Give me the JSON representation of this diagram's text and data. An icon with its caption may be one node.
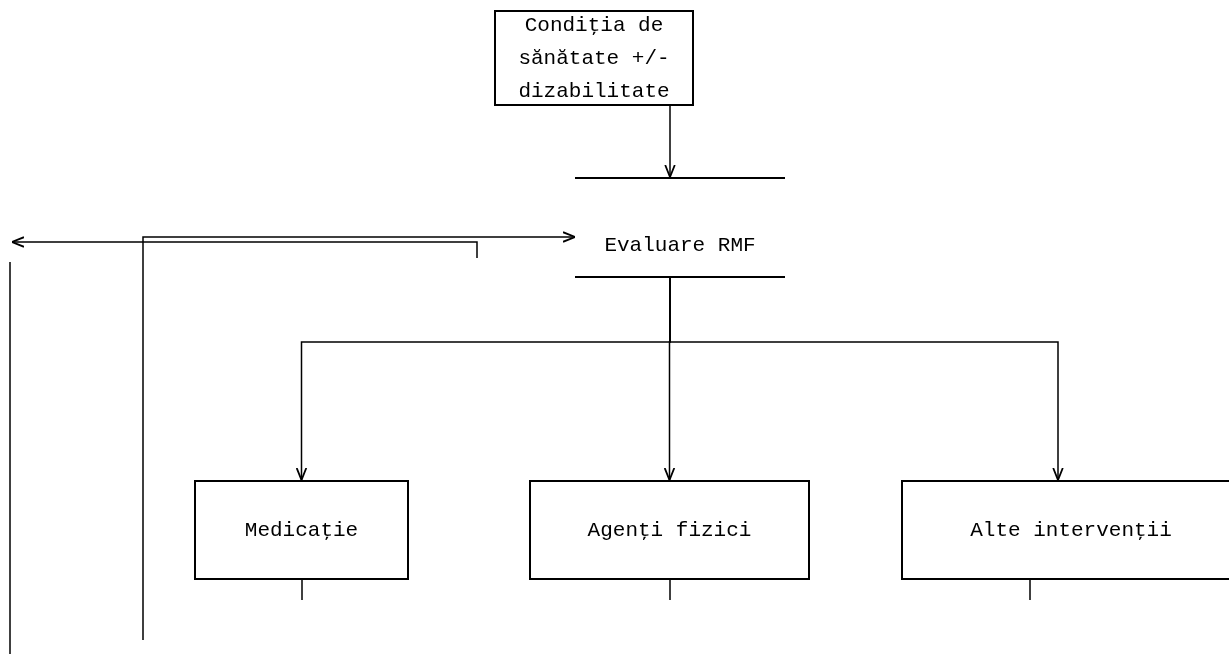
{
  "diagram": {
    "nodes": [
      {
        "text": [
          "Condiţia de sănătate +/- dizabilitate"
        ]
      },
      {
        "text": [
          "Evaluare RMF"
        ]
      },
      {
        "text": [
          "Medicaţie"
        ]
      },
      {
        "text": [
          "Agenţi fizici"
        ]
      },
      {
        "text": [
          "Alte intervenţii"
        ]
      }
    ],
    "edges": [
      {
        "from": 0,
        "to": 1,
        "arrow": "to"
      },
      {
        "from": 1,
        "to": 2,
        "arrow": "to"
      },
      {
        "from": 1,
        "to": 3,
        "arrow": "to"
      },
      {
        "from": 1,
        "to": 4,
        "arrow": "to"
      },
      {
        "from": null,
        "to": 1,
        "arrow": "to"
      }
    ]
  }
}
